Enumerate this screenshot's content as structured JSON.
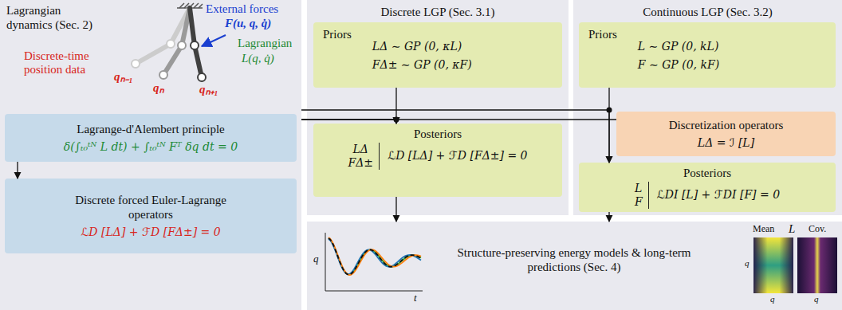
{
  "diagram": {
    "nodes": [
      {
        "text": [
          "Lagrangian dynamics (Sec. 2)"
        ]
      },
      {
        "text": [
          "Lagrange-d'Alembert principle",
          "δ(∫ₜ₀ᵗᴺ L dt) + ∫ₜ₀ᵗᴺ Fᵀ δq dt = 0"
        ],
        "in": 0
      },
      {
        "text": [
          "Discrete forced Euler-Lagrange operators",
          "ℒD [LΔ] + ℱD [FΔ±] = 0"
        ],
        "in": 0
      },
      {
        "text": [
          "Discrete LGP (Sec. 3.1)"
        ]
      },
      {
        "text": [
          "Priors",
          "LΔ ∼ GP (0, κL)",
          "FΔ± ∼ GP (0, κF)"
        ],
        "in": 3
      },
      {
        "text": [
          "Posteriors",
          "LΔ",
          "FΔ±",
          "ℒD [LΔ] + ℱD [FΔ±] = 0"
        ],
        "in": 3
      },
      {
        "text": [
          "Continuous LGP (Sec. 3.2)"
        ]
      },
      {
        "text": [
          "Priors",
          "L ∼ GP (0, kL)",
          "F ∼ GP (0, kF)"
        ],
        "in": 6
      },
      {
        "text": [
          "Discretization operators",
          "LΔ = ℐ [L]"
        ],
        "in": 6
      },
      {
        "text": [
          "Posteriors",
          "L",
          "F",
          "ℒDI [L] + ℱDI [F] = 0"
        ],
        "in": 6
      },
      {
        "text": [
          "Structure-preserving energy models & long-term predictions (Sec. 4)"
        ]
      }
    ],
    "edges": [
      {
        "from": 0,
        "to": 5,
        "arrow": "to"
      },
      {
        "from": 0,
        "to": 9,
        "arrow": "to"
      },
      {
        "from": 0,
        "to": 8,
        "arrow": "none"
      },
      {
        "from": 4,
        "to": 5,
        "arrow": "to"
      },
      {
        "from": 7,
        "to": 9,
        "arrow": "to"
      },
      {
        "from": 1,
        "to": 2,
        "arrow": "to"
      },
      {
        "from": 5,
        "to": 10,
        "arrow": "to"
      },
      {
        "from": 9,
        "to": 10,
        "arrow": "to"
      }
    ],
    "labels": [
      "External forces",
      "F(u, q, q̇)",
      "Lagrangian",
      "L(q, q̇)",
      "Discrete-time position data",
      "qₙ₋₁",
      "qₙ",
      "qₙ₊₁",
      "q",
      "t",
      "Mean",
      "L",
      "Cov.",
      "q",
      "q",
      "q"
    ]
  }
}
